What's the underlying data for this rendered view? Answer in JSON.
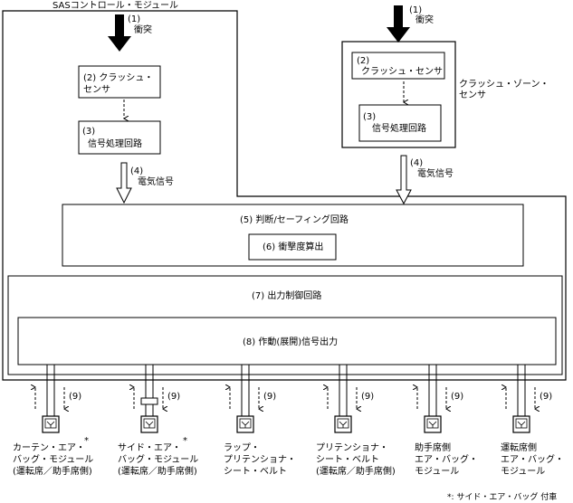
{
  "sas_module_label": "SASコントロール・モジュール",
  "crash_zone_sensor_label": [
    "クラッシュ・ゾーン・",
    "センサ"
  ],
  "left": {
    "impact_num": "(1)",
    "impact_text": "衝突",
    "crash_sensor": [
      "(2) クラッシュ・",
      "センサ"
    ],
    "signal_circuit": [
      "(3)",
      "信号処理回路"
    ],
    "electric_num": "(4)",
    "electric_text": "電気信号"
  },
  "right": {
    "impact_num": "(1)",
    "impact_text": "衝突",
    "crash_sensor": [
      "(2)",
      "クラッシュ・センサ"
    ],
    "signal_circuit": [
      "(3)",
      "信号処理回路"
    ],
    "electric_num": "(4)",
    "electric_text": "電気信号"
  },
  "judge_box": "(5) 判断/セーフィング回路",
  "impact_calc": "(6) 衝撃度算出",
  "output_control": "(7) 出力制御回路",
  "drive_output": "(8) 作動(展開)信号出力",
  "signal_label": "(9)",
  "outputs": [
    {
      "lines": [
        "カーテン・エア・",
        "バッグ・モジュール",
        "(運転席／助手席側)"
      ],
      "star": "*"
    },
    {
      "lines": [
        "サイド・エア・",
        "バッグ・モジュール",
        "(運転席／助手席側)"
      ],
      "star": "*"
    },
    {
      "lines": [
        "ラップ・",
        "プリテンショナ・",
        "シート・ベルト"
      ],
      "star": ""
    },
    {
      "lines": [
        "プリテンショナ・",
        "シート・ベルト",
        "(運転席／助手席側)"
      ],
      "star": ""
    },
    {
      "lines": [
        "助手席側",
        "エア・バッグ・",
        "モジュール"
      ],
      "star": ""
    },
    {
      "lines": [
        "運転席側",
        "エア・バッグ・",
        "モジュール"
      ],
      "star": ""
    }
  ],
  "footnote": "*: サイド・エア・バッグ 付車"
}
